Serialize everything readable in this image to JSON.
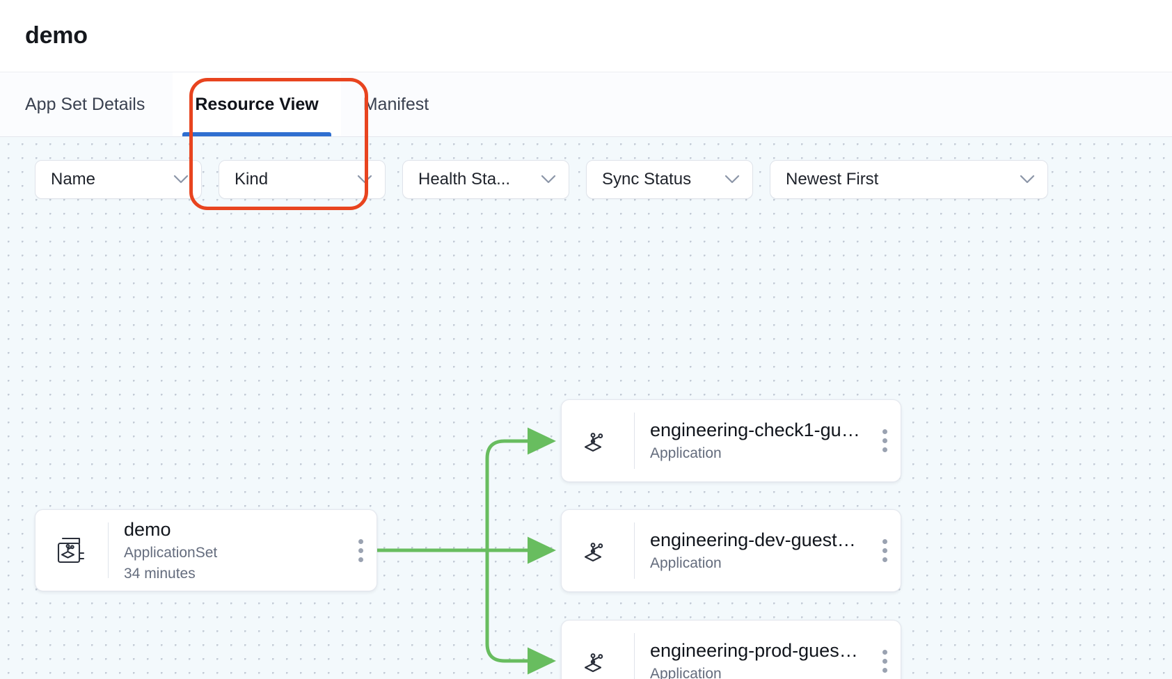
{
  "header": {
    "title": "demo"
  },
  "tabs": [
    {
      "id": "app-set-details",
      "label": "App Set Details",
      "active": false
    },
    {
      "id": "resource-view",
      "label": "Resource View",
      "active": true
    },
    {
      "id": "manifest",
      "label": "Manifest",
      "active": false
    }
  ],
  "filters": [
    {
      "id": "name",
      "label": "Name",
      "icon": "chevron-down-icon"
    },
    {
      "id": "kind",
      "label": "Kind",
      "icon": "chevron-down-icon"
    },
    {
      "id": "health-status",
      "label": "Health Sta...",
      "icon": "chevron-down-icon"
    },
    {
      "id": "sync-status",
      "label": "Sync Status",
      "icon": "chevron-down-icon"
    },
    {
      "id": "sort-order",
      "label": "Newest First",
      "icon": "chevron-down-icon"
    }
  ],
  "graph": {
    "root": {
      "id": "demo",
      "title": "demo",
      "kind": "ApplicationSet",
      "age": "34 minutes",
      "icon": "applicationset-icon",
      "menu_icon": "kebab-menu-icon"
    },
    "children": [
      {
        "id": "engineering-check1-guestbook",
        "title": "engineering-check1-gue...",
        "kind": "Application",
        "icon": "application-icon",
        "menu_icon": "kebab-menu-icon"
      },
      {
        "id": "engineering-dev-guestbook",
        "title": "engineering-dev-guestb...",
        "kind": "Application",
        "icon": "application-icon",
        "menu_icon": "kebab-menu-icon"
      },
      {
        "id": "engineering-prod-guestbook",
        "title": "engineering-prod-guestb...",
        "kind": "Application",
        "icon": "application-icon",
        "menu_icon": "kebab-menu-icon"
      }
    ]
  },
  "colors": {
    "edge_green": "#68bd5f",
    "tab_underline_blue": "#2f6fd0",
    "annotation_red": "#e8441f",
    "canvas_background": "#f3f9fc",
    "canvas_dot": "#c3cbd6",
    "card_background": "#ffffff",
    "card_border": "#e4e7ee"
  }
}
